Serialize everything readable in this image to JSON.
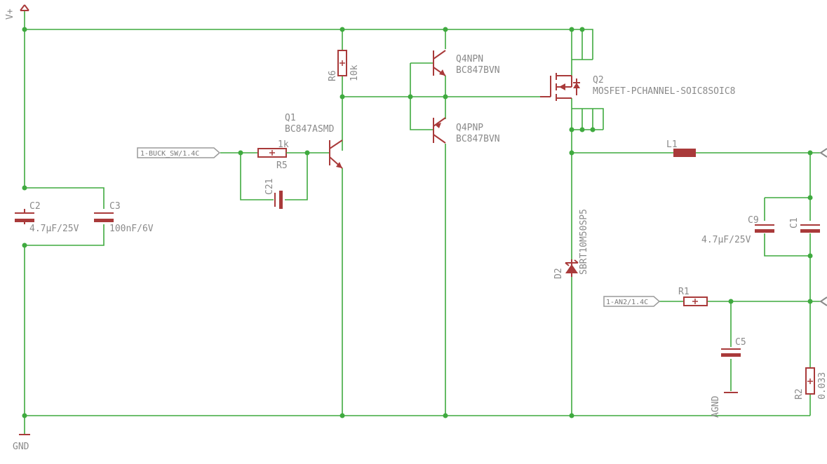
{
  "labels": {
    "vplus": "V+",
    "gnd": "GND",
    "c2_name": "C2",
    "c2_value": "4.7µF/25V",
    "c3_name": "C3",
    "c3_value": "100nF/6V",
    "r6_name": "R6",
    "r6_value": "10k",
    "q1_name": "Q1",
    "q1_value": "BC847ASMD",
    "r5_name": "R5",
    "r5_value": "1k",
    "c21_name": "C21",
    "q4npn_name": "Q4NPN",
    "q4npn_value": "BC847BVN",
    "q4pnp_name": "Q4PNP",
    "q4pnp_value": "BC847BVN",
    "q2_name": "Q2",
    "q2_value": "MOSFET-PCHANNEL-SOIC8SOIC8",
    "l1_name": "L1",
    "d2_name": "D2",
    "d2_value": "SBRT10M50SP5",
    "c9_name": "C9",
    "c9_value": "4.7µF/25V",
    "c1_name": "C1",
    "r1_name": "R1",
    "c5_name": "C5",
    "agnd": "AGND",
    "r2_name": "R2",
    "r2_value": "0.033"
  },
  "net_flags": {
    "buck_sw": "1-BUCK_SW/1.4C",
    "an2": "1-AN2/1.4C"
  },
  "colors": {
    "wire": "#3faa3f",
    "component": "#a93a3a",
    "text": "#8a8a8a"
  }
}
